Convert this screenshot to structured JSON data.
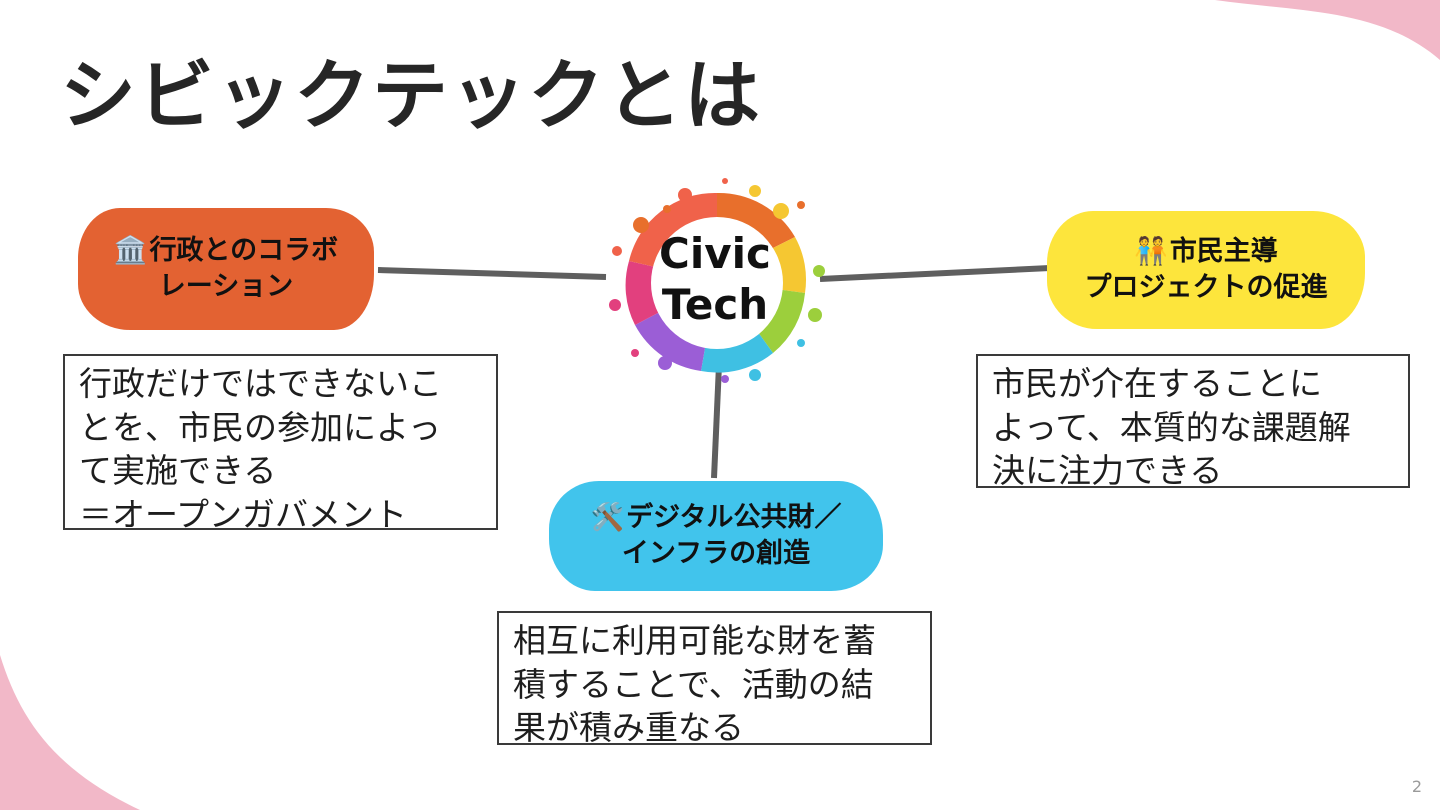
{
  "title": "シビックテックとは",
  "hub": {
    "line1": "Civic",
    "line2": "Tech"
  },
  "nodes": [
    {
      "icon": "🏛️",
      "icon_name": "government-building-icon",
      "label_line1": "行政とのコラボ",
      "label_line2": "レーション",
      "color": "#e36232",
      "description_lines": [
        "行政だけではできないこ",
        "とを、市民の参加によっ",
        "て実施できる",
        "＝オープンガバメント"
      ]
    },
    {
      "icon": "🧑‍🤝‍🧑",
      "icon_name": "people-holding-hands-icon",
      "label_line1": "市民主導",
      "label_line2": "プロジェクトの促進",
      "color": "#fde53c",
      "description_lines": [
        "市民が介在することに",
        "よって、本質的な課題解",
        "決に注力できる"
      ]
    },
    {
      "icon": "🛠️",
      "icon_name": "hammer-and-wrench-icon",
      "label_line1": "デジタル公共財／",
      "label_line2": "インフラの創造",
      "color": "#41c4ec",
      "description_lines": [
        "相互に利用可能な財を蓄",
        "積することで、活動の結",
        "果が積み重なる"
      ]
    }
  ],
  "colors": {
    "decoration_pink": "#f2b8c8",
    "connector": "#5f5f5f"
  },
  "page_number": "2"
}
